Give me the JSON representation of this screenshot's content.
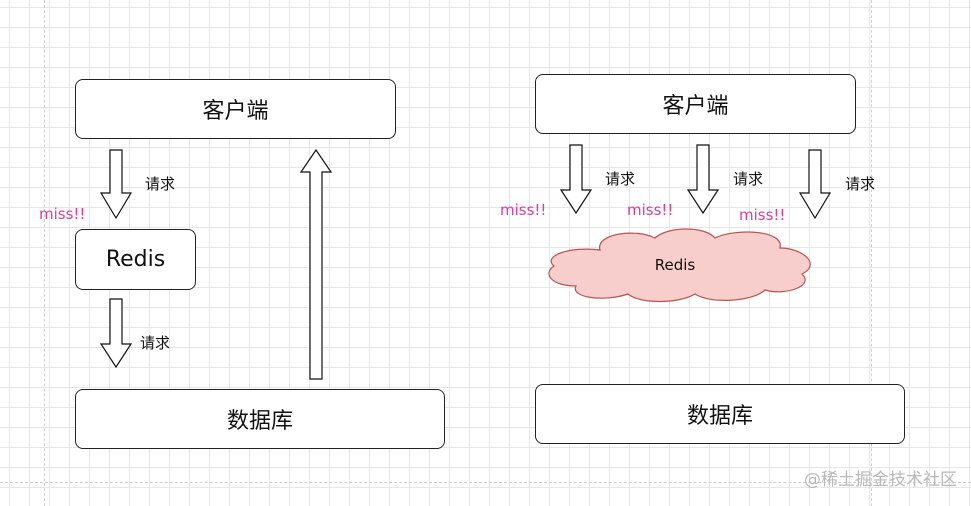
{
  "left": {
    "client": "客户端",
    "redis": "Redis",
    "database": "数据库",
    "request_label_1": "请求",
    "request_label_2": "请求",
    "miss_label": "miss!!"
  },
  "right": {
    "client": "客户端",
    "redis": "Redis",
    "database": "数据库",
    "request_labels": [
      "请求",
      "请求",
      "请求"
    ],
    "miss_labels": [
      "miss!!",
      "miss!!",
      "miss!!"
    ]
  },
  "watermark": "@稀土掘金技术社区",
  "colors": {
    "miss": "#e5399a",
    "cloud_fill": "#f8cecc",
    "cloud_stroke": "#b85450"
  }
}
